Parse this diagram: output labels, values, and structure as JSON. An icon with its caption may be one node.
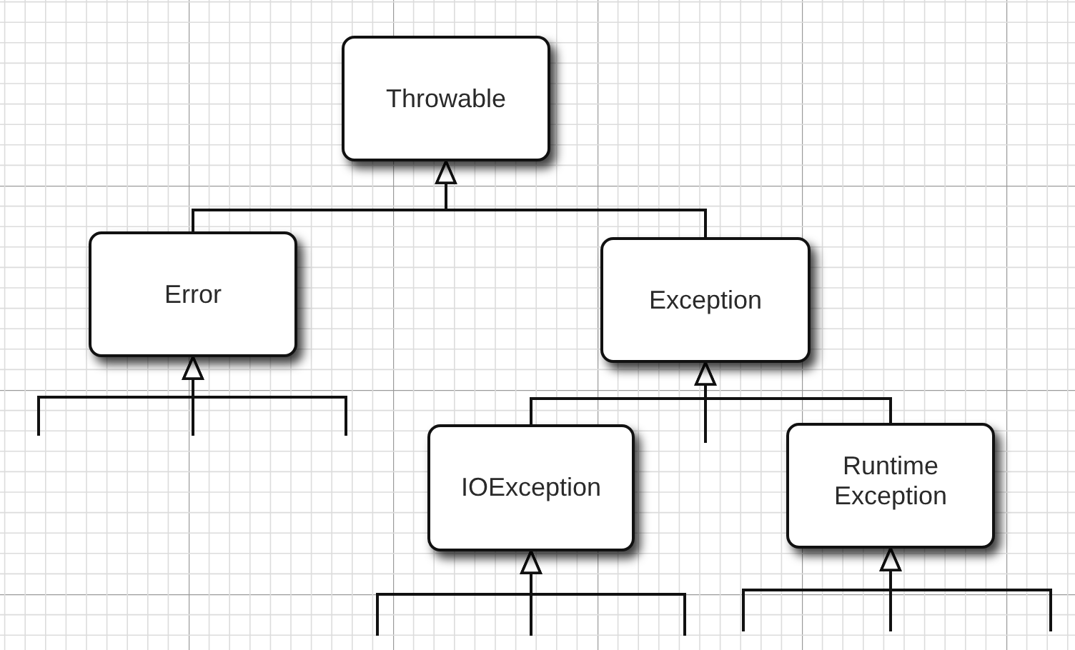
{
  "diagram": {
    "nodes": [
      {
        "text": [
          "Throwable"
        ]
      },
      {
        "text": [
          "Error"
        ]
      },
      {
        "text": [
          "Exception"
        ]
      },
      {
        "text": [
          "IOException"
        ]
      },
      {
        "text": [
          "Runtime Exception"
        ]
      }
    ],
    "edges": [
      {
        "from": 1,
        "to": 0,
        "arrow": "to"
      },
      {
        "from": 2,
        "to": 0,
        "arrow": "to"
      },
      {
        "from": null,
        "to": 1,
        "arrow": "to"
      },
      {
        "from": null,
        "to": 1,
        "arrow": "to"
      },
      {
        "from": null,
        "to": 1,
        "arrow": "to"
      },
      {
        "from": 3,
        "to": 2,
        "arrow": "to"
      },
      {
        "from": null,
        "to": 2,
        "arrow": "to"
      },
      {
        "from": 4,
        "to": 2,
        "arrow": "to"
      },
      {
        "from": null,
        "to": 3,
        "arrow": "to"
      },
      {
        "from": null,
        "to": 3,
        "arrow": "to"
      },
      {
        "from": null,
        "to": 3,
        "arrow": "to"
      },
      {
        "from": null,
        "to": 4,
        "arrow": "to"
      },
      {
        "from": null,
        "to": 4,
        "arrow": "to"
      },
      {
        "from": null,
        "to": 4,
        "arrow": "to"
      }
    ]
  }
}
